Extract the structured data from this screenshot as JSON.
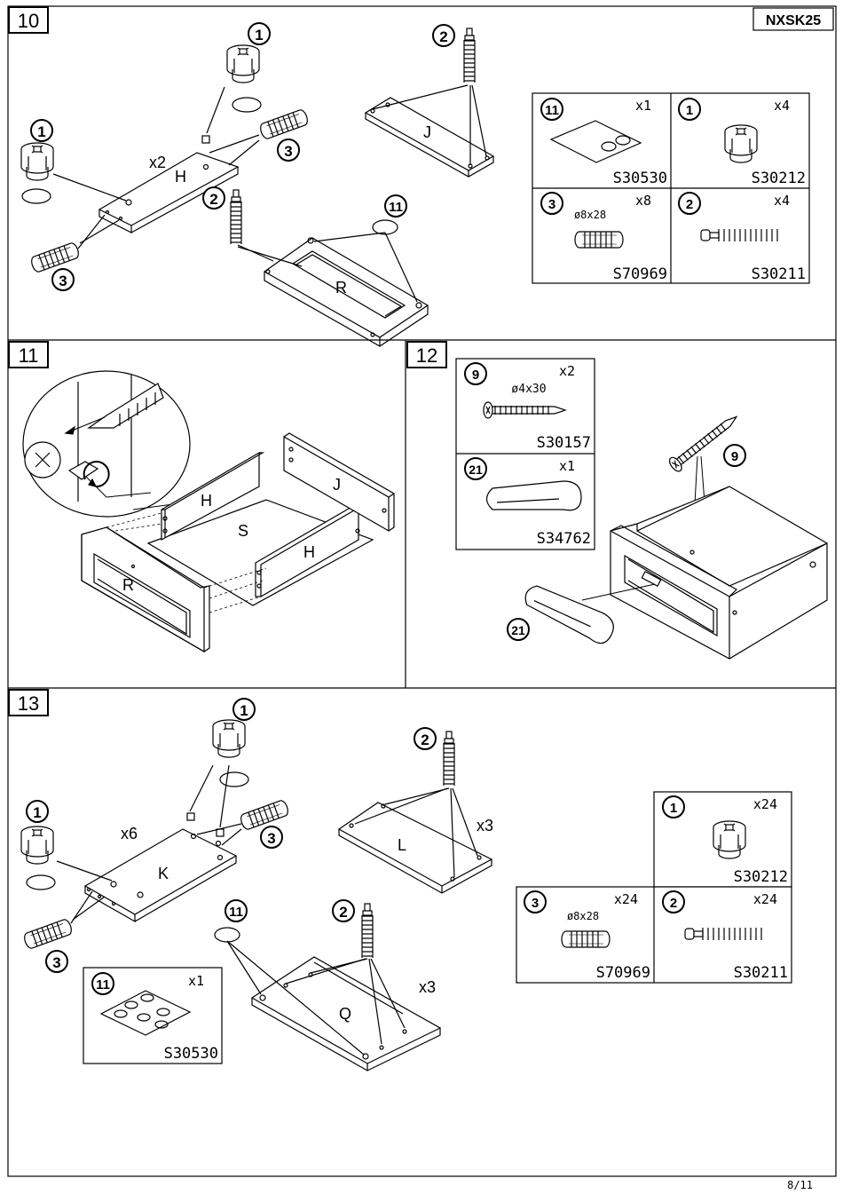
{
  "model_code": "NXSK25",
  "page_number": "8/11",
  "steps": {
    "s10": {
      "number": "10",
      "labels": {
        "multiplier": "x2",
        "panel_h": "H",
        "panel_j": "J",
        "panel_r": "R"
      },
      "callouts": {
        "cam_top": "1",
        "cam_left": "1",
        "bolt_mid": "2",
        "bolt_right": "2",
        "dowel_right": "3",
        "dowel_left": "3",
        "pad": "11"
      },
      "parts": [
        {
          "circle": "11",
          "qty": "x1",
          "spec": "",
          "code": "S30530"
        },
        {
          "circle": "1",
          "qty": "x4",
          "spec": "",
          "code": "S30212"
        },
        {
          "circle": "3",
          "qty": "x8",
          "spec": "ø8x28",
          "code": "S70969"
        },
        {
          "circle": "2",
          "qty": "x4",
          "spec": "",
          "code": "S30211"
        }
      ]
    },
    "s11": {
      "number": "11",
      "labels": {
        "panel_h1": "H",
        "panel_j": "J",
        "panel_s": "S",
        "panel_h2": "H",
        "panel_r": "R"
      }
    },
    "s12": {
      "number": "12",
      "callouts": {
        "screw": "9",
        "handle": "21"
      },
      "parts": [
        {
          "circle": "9",
          "qty": "x2",
          "spec": "ø4x30",
          "code": "S30157"
        },
        {
          "circle": "21",
          "qty": "x1",
          "spec": "",
          "code": "S34762"
        }
      ]
    },
    "s13": {
      "number": "13",
      "labels": {
        "mult_k": "x6",
        "panel_k": "K",
        "panel_l": "L",
        "mult_l": "x3",
        "panel_q": "Q",
        "mult_q": "x3"
      },
      "callouts": {
        "cam_top": "1",
        "cam_left": "1",
        "dowel_right": "3",
        "dowel_left": "3",
        "bolt_l": "2",
        "bolt_q": "2",
        "pad": "11"
      },
      "parts": [
        {
          "circle": "1",
          "qty": "x24",
          "spec": "",
          "code": "S30212"
        },
        {
          "circle": "3",
          "qty": "x24",
          "spec": "ø8x28",
          "code": "S70969"
        },
        {
          "circle": "2",
          "qty": "x24",
          "spec": "",
          "code": "S30211"
        },
        {
          "circle": "11",
          "qty": "x1",
          "spec": "",
          "code": "S30530"
        }
      ]
    }
  }
}
